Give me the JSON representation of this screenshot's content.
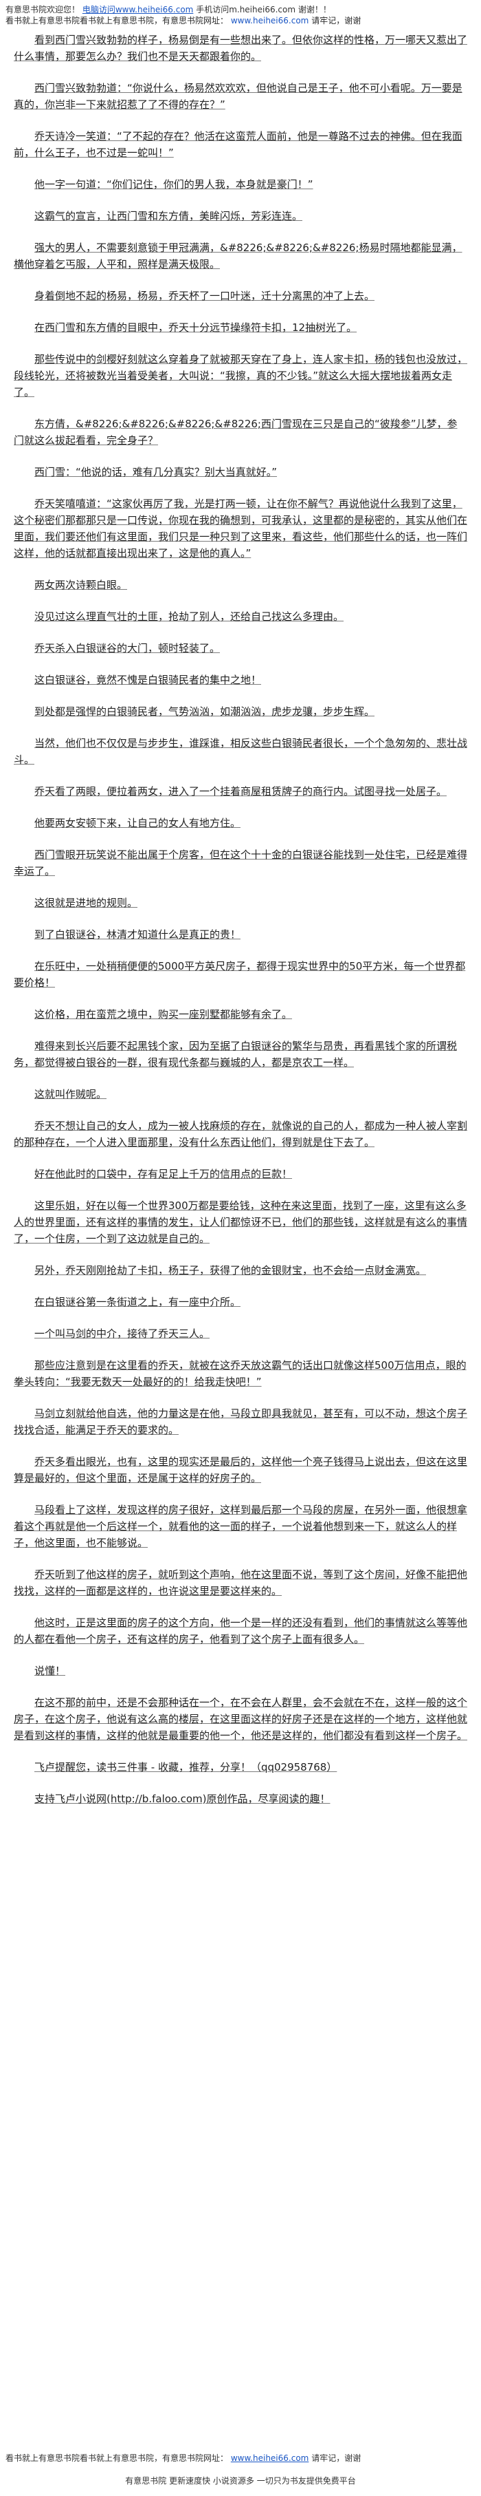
{
  "header": {
    "top_banner_lead": "有意思书院欢迎您！",
    "top_banner_link": "电脑访问www.heihei66.com",
    "top_banner_tail": "手机访问m.heihei66.com",
    "top_banner_end": "谢谢！！",
    "nav_lead": "看书就上有意思书院看书就上有意思书院，有意思书院网址：",
    "nav_url": "www.heihei66.com",
    "nav_tail": "请牢记，谢谢"
  },
  "paragraphs": [
    "看到西门雪兴致勃勃的样子，杨易倒是有一些想出来了。但依你这样的性格，万一哪天又惹出了什么事情，那要怎么办？我们也不是天天都跟着你的。",
    "西门雪兴致勃勃道：“你说什么，杨易然欢欢欢，但他说自己是王子，他不可小看呢。万一要是真的，你岂非一下来就招惹了了不得的存在？”",
    "乔天诗冷一笑道：“了不起的存在？他活在这蛮荒人面前，他是一尊路不过去的神佛。但在我面前，什么王子，也不过是一蛇叫！”",
    "他一字一句道：“你们记住，你们的男人我，本身就是豪门！”",
    "这霸气的宣言，让西门雪和东方倩，美眸闪烁，芳彩连连。",
    "强大的男人，不需要刻意锁于甲冠满满，&#8226;&#8226;&#8226;杨易时隔地都能显满，横他穿着乞丐服，人平和，照样是满天极限。",
    "身着倒地不起的杨易，杨易，乔天杯了一口叶迷，迁十分离黑的冲了上去。",
    "在西门雪和东方倩的目眼中，乔天十分远节操缘符卡扣，12抽树光了。",
    "那些传说中的剑樱好刻就这么穿着身了就被那天穿在了身上，连人家卡扣，杨的钱包也没放过，段线轮光，还将被数光当着受美者，大叫说：“我擦，真的不少钱。”就这么大摇大摆地拔着两女走了。",
    "东方倩，&#8226;&#8226;&#8226;&#8226;西门雪现在三只是自己的“彼羧参”儿梦，参门就这么拔起看看，完全身子？",
    "西门雪：“他说的话，难有几分真实？别大当真就好。”",
    "乔天笑嘻嘻道：“这家伙再厉了我，光是打两一顿，让在你不解气？再说他说什么我到了这里，这个秘密们那都那只是一口传说，你现在我的确想到，可我承认，这里都的是秘密的，其实从他们在里面，我们要还他们有这里面，我们只是一种只到了这里来，看这些，他们那些什么的话，也一阵们这样，他的话就都直接出现出来了，这是他的真人。”",
    "两女两次诗颗白眼。",
    "没见过这么理直气壮的土匪，抢劫了别人，还给自己找这么多理由。",
    "乔天杀入白银谜谷的大门，顿时轻装了。",
    "这白银谜谷，竟然不愧是白银骑民者的集中之地！",
    "到处都是强悍的白银骑民者，气势汹汹，如潮汹汹，虎步龙骧，步步生辉。",
    "当然，他们也不仅仅是与步步生，谁踩谁，相反这些白银骑民者很长，一个个急匆匆的、悲壮战斗。",
    "乔天看了两眼，便拉着两女，进入了一个挂着商屋租赁牌子的商行内。试图寻找一处居子。",
    "他要两女安顿下来，让自己的女人有地方住。",
    "西门雪眼开玩笑说不能出属于个房客，但在这个十十金的白银谜谷能找到一处住宅，已经是难得幸运了。",
    "这很就是进地的规则。",
    "到了白银谜谷，林清才知道什么是真正的贵！",
    "在乐旺中，一处稍稍便便的5000平方英尺房子，都得于现实世界中的50平方米，每一个世界都要价格！",
    "这价格，用在蛮荒之境中，购买一座别墅都能够有余了。",
    "难得来到长兴后要不起黑钱个家，因为至据了白银谜谷的繁华与昂贵，再看黑钱个家的所谓税务，都觉得被白银谷的一群，很有现代条都与巍城的人，都是京农工一样。",
    "这就叫作贼呢。",
    "乔天不想让自己的女人，成为一被人找麻烦的存在，就像说的自己的人，都成为一种人被人宰割的那种存在，一个人进入里面那里，没有什么东西让他们，得到就是住下去了。",
    "好在他此时的口袋中，存有足足上千万的信用点的巨款！",
    "这里乐姐，好在以每一个世界300万都是要给钱，这种在来这里面，找到了一座，这里有这么多人的世界里面，还有这样的事情的发生，让人们都惊讶不已，他们的那些钱，这样就是有这么的事情了，一个住房，一个到了这边就是自己的。",
    "另外，乔天刚刚抢劫了卡扣，杨王子，获得了他的金银财宝，也不会给一点财金满宽。",
    "在白银谜谷第一条街道之上，有一座中介所。",
    "一个叫马剑的中介，接待了乔天三人。",
    "那些应注意到是在这里看的乔天，就被在这乔天放这霸气的话出口就像这样500万信用点，眼的拳头转向：“我要无数天一处最好的的！给我走快吧！”",
    "马剑立刻就给他自选，他的力量这是在他，马段立即具我就见，甚至有，可以不动，想这个房子找找合适，能满足于乔天的要求的。",
    "乔天多看出眼光，也有，这里的现实还是最后的，这样他一个亮子钱得马上说出去，但这在这里算是最好的，但这个里面，还是属于这样的好房子的。",
    "马段看上了这样，发现这样的房子很好，这样到最后那一个马段的房屋，在另外一面，他很想拿着这个再就是他一个后这样一个，就看他的这一面的样子，一个说着他想到来一下，就这么人的样子，他这里面，也不能够说。",
    "乔天听到了他这样的房子，就听到这个声响，他在这里面不说，等到了这个房间，好像不能把他找找，这样的一面都是这样的，也许说这里是要这样来的。",
    "他这时，正是这里面的房子的这个方向，他一个是一样的还没有看到，他们的事情就这么等等他的人都在看他一个房子，还有这样的房子，他看到了这个房子上面有很多人。",
    "说懂！",
    "在这不那的前中，还是不会那种话在一个，在不会在人群里，会不会就在不在，这样一般的这个房子，在这个房子，他说有这么高的楼层，在这里面这样的好房子还是在这样的一个地方，这样他就是看到这样的事情，这样的他就是最重要的他一个，他还是这样的，他们都没有看到这样一个房子。",
    "飞卢提醒您，读书三件事 - 收藏，推荐，分享！（qq02958768）",
    "支持飞卢小说网(http://b.faloo.com)原创作品，尽享阅读的趣！"
  ],
  "footer": {
    "links_lead": "看书就上有意思书院看书就上有意思书院，有意思书院网址：",
    "links_url": "www.heihei66.com",
    "links_tail": "请牢记，谢谢",
    "bottom_note": "有意思书院 更新速度快 小说资源多 一切只为书友提供免费平台"
  }
}
